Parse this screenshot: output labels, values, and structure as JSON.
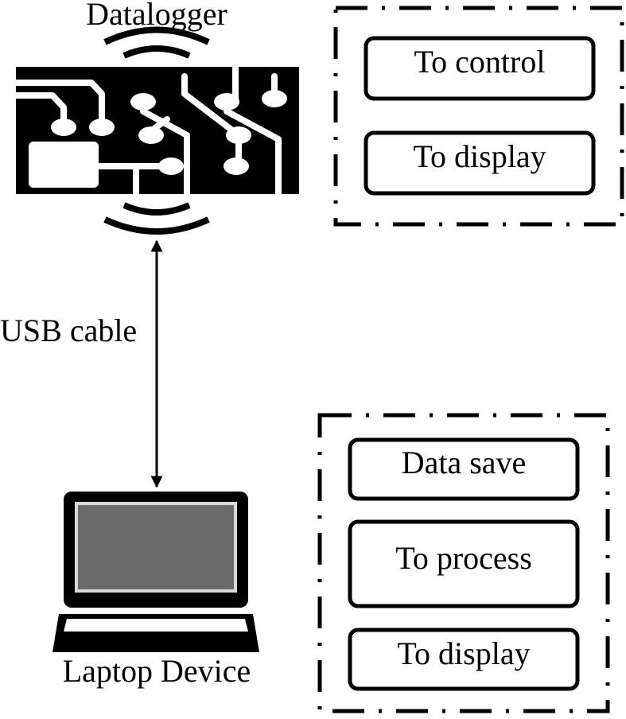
{
  "datalogger": {
    "label": "Datalogger",
    "icon": "circuit-board-icon",
    "signal_icon": "wireless-signal-icon"
  },
  "connection": {
    "label": "USB cable",
    "icon": "double-arrow-icon"
  },
  "laptop": {
    "label": "Laptop Device",
    "icon": "laptop-icon"
  },
  "datalogger_functions": [
    {
      "label": "To control"
    },
    {
      "label": "To display"
    }
  ],
  "laptop_functions": [
    {
      "label": "Data save"
    },
    {
      "label": "To process"
    },
    {
      "label": "To display"
    }
  ],
  "colors": {
    "ink": "#000000",
    "background": "#ffffff",
    "screen": "#6b6b6b",
    "screen_border": "#d9d9d9"
  }
}
